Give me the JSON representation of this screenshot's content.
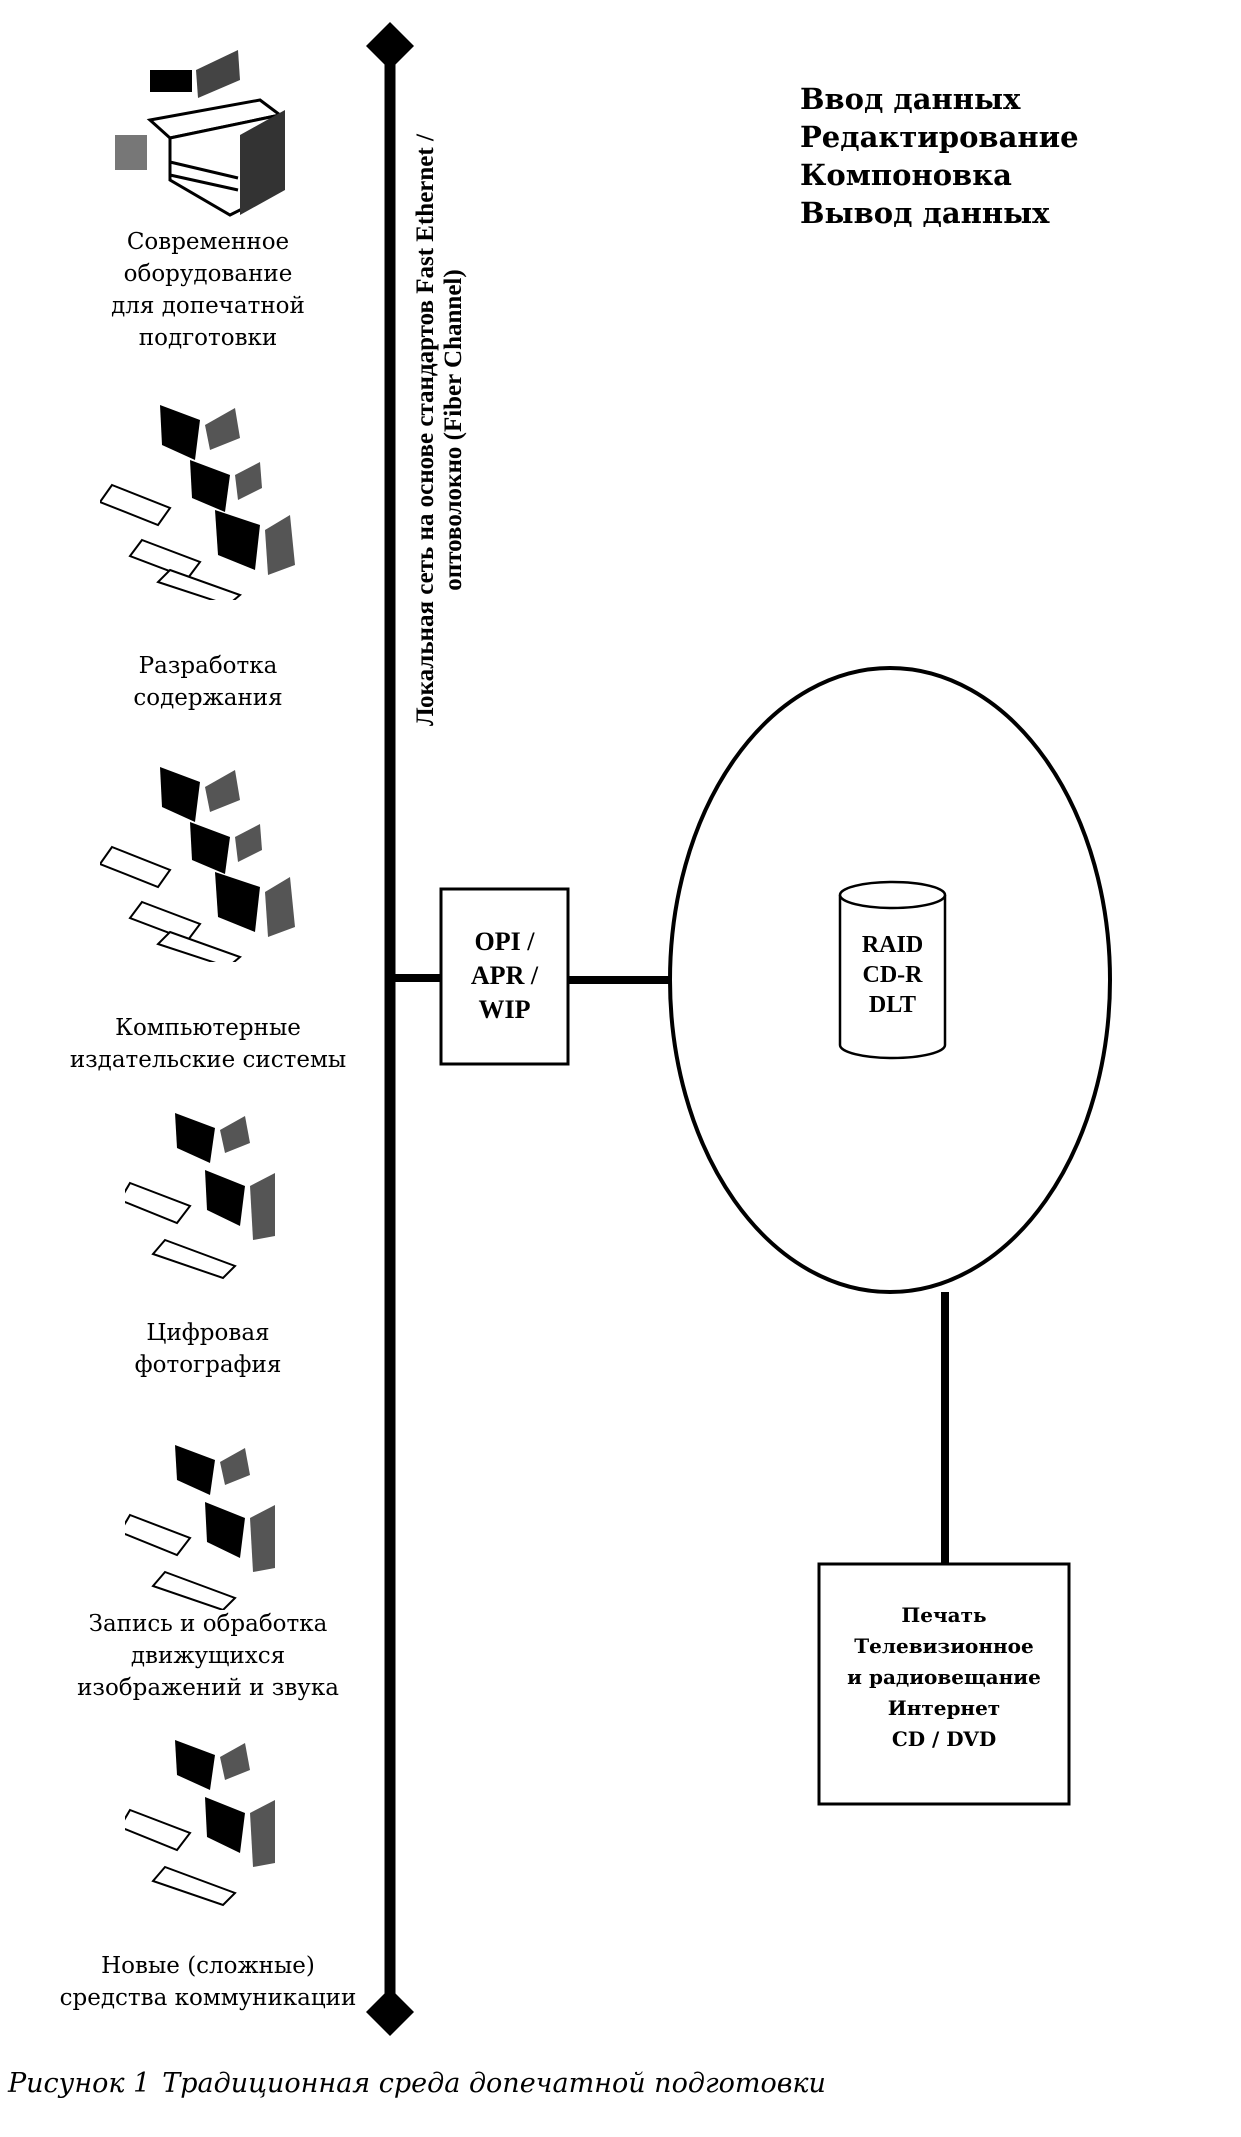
{
  "figure": {
    "number_label": "Рисунок 1",
    "title": "Традиционная среда допечатной подготовки"
  },
  "network_bus": {
    "label_lines": [
      "Локальная сеть на основе стандартов Fast Ethernet /",
      "оптоволокно (Fiber Channel)"
    ]
  },
  "devices": [
    {
      "icon": "printer-icon",
      "label_lines": [
        "Современное",
        "оборудование",
        "для допечатной",
        "подготовки"
      ]
    },
    {
      "icon": "workstations-icon",
      "label_lines": [
        "Разработка",
        "содержания"
      ]
    },
    {
      "icon": "workstations-icon",
      "label_lines": [
        "Компьютерные",
        "издательские системы"
      ]
    },
    {
      "icon": "workstations-icon",
      "label_lines": [
        "Цифровая",
        "фотография"
      ]
    },
    {
      "icon": "workstations-icon",
      "label_lines": [
        "Запись и обработка",
        "движущихся",
        "изображений и звука"
      ]
    },
    {
      "icon": "workstations-icon",
      "label_lines": [
        "Новые (сложные)",
        "средства коммуникации"
      ]
    }
  ],
  "server_box": {
    "label_lines": [
      "OPI /",
      "APR /",
      "WIP"
    ]
  },
  "storage": {
    "icon": "database-cylinder-icon",
    "label_lines": [
      "RAID",
      "CD-R",
      "DLT"
    ]
  },
  "functions": {
    "lines": [
      "Ввод данных",
      "Редактирование",
      "Компоновка",
      "Вывод данных"
    ]
  },
  "output_box": {
    "label_lines": [
      "Печать",
      "Телевизионное",
      "и радиовещание",
      "Интернет",
      "CD / DVD"
    ]
  }
}
